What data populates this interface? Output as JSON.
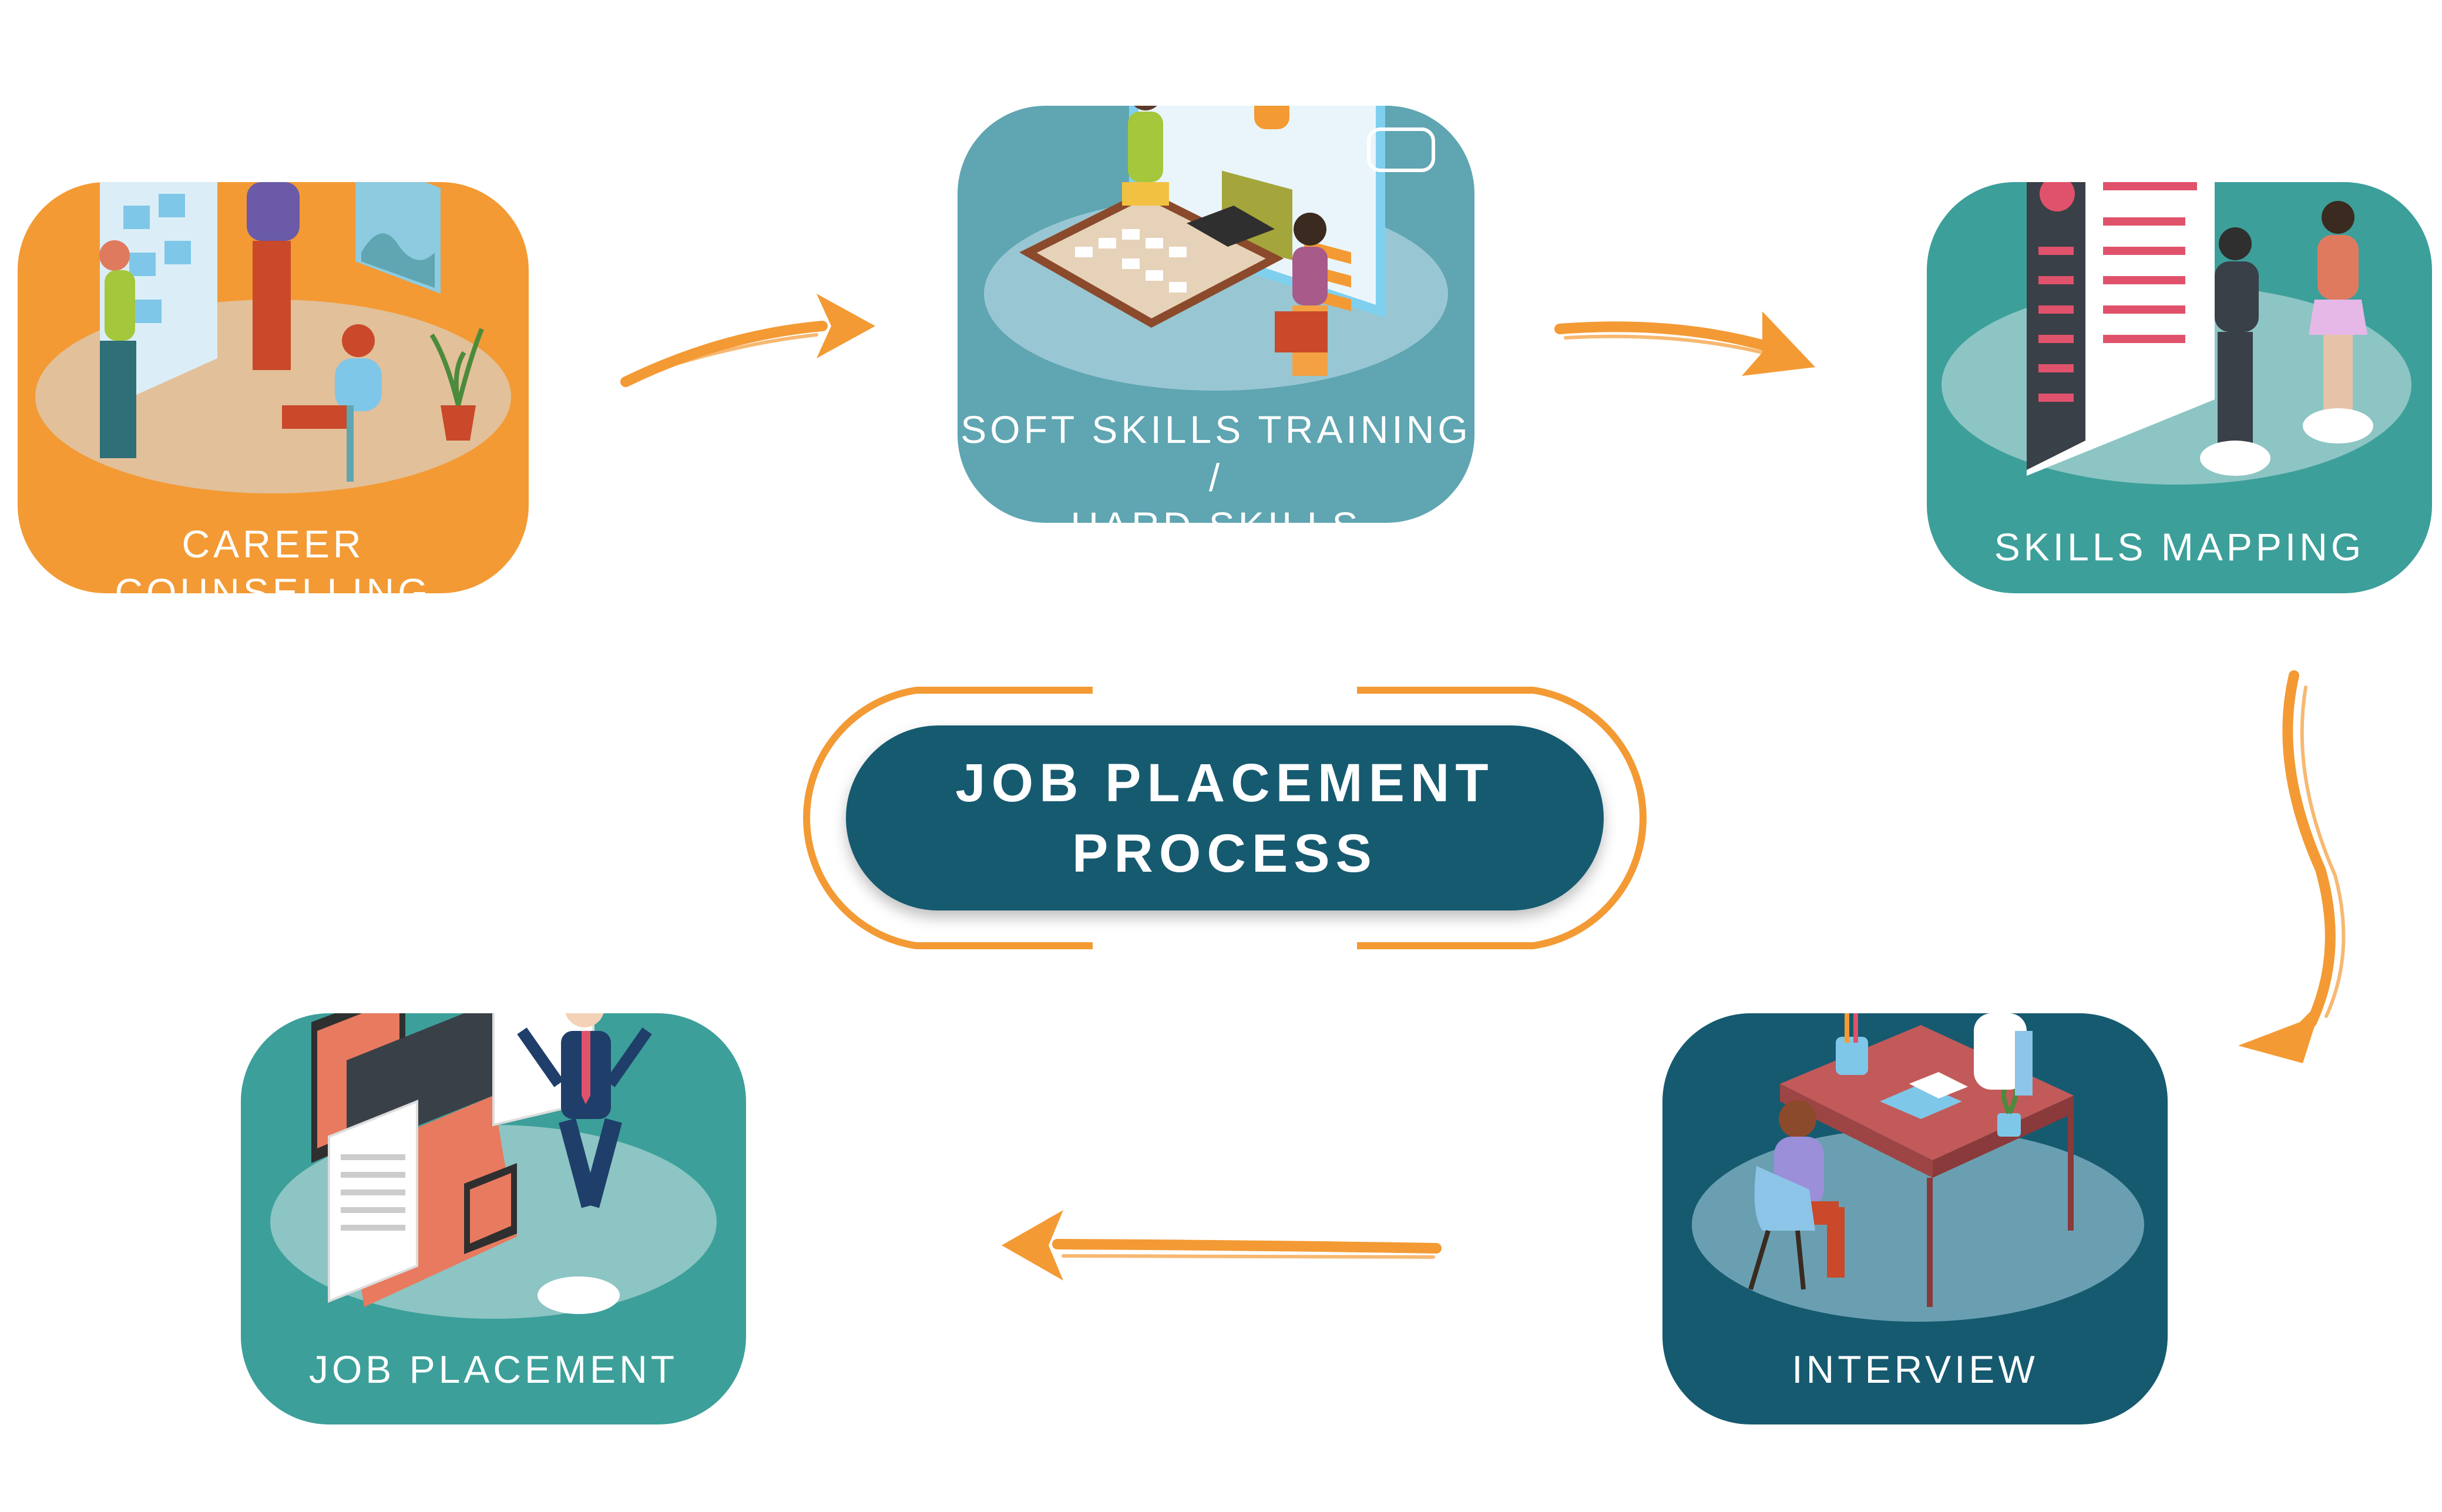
{
  "title": {
    "line1": "JOB PLACEMENT",
    "line2": "PROCESS"
  },
  "steps": [
    {
      "label": "CAREER COUNSELLING",
      "color": "#f39a34"
    },
    {
      "line1": "SOFT SKILLS TRAINING /",
      "line2": "HARD SKILLS TRAINING",
      "color": "#5fa5b2"
    },
    {
      "label": "SKILLS MAPPING",
      "color": "#3c9f9a"
    },
    {
      "label": "INTERVIEW",
      "color": "#165a70"
    },
    {
      "label": "JOB PLACEMENT",
      "color": "#3c9f9a"
    }
  ],
  "colors": {
    "arrow": "#f39a34",
    "title_bg": "#165a70",
    "ring": "#f39a34"
  },
  "icons": [
    "career-counselling-illustration",
    "skills-training-illustration",
    "skills-mapping-illustration",
    "interview-illustration",
    "job-placement-illustration"
  ]
}
